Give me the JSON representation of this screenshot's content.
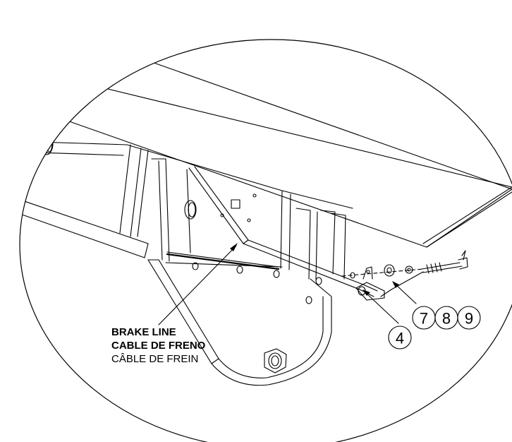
{
  "label": {
    "line1": "BRAKE LINE",
    "line2": "CABLE DE FRENO",
    "line3": "CÂBLE DE FREIN"
  },
  "callouts": [
    "4",
    "7",
    "8",
    "9"
  ],
  "colors": {
    "line": "#000000",
    "background": "#ffffff"
  }
}
